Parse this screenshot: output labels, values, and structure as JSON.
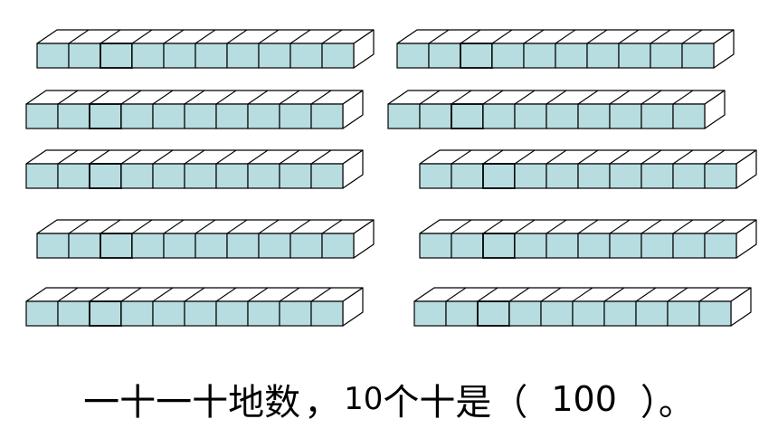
{
  "figure": {
    "rod_count": 10,
    "cubes_per_rod": 10,
    "cube_fill": "#b8dde0",
    "edge_color": "#000000"
  },
  "sentence": {
    "part1": "一十一十地数",
    "comma": "，",
    "count": "10",
    "part2": "个十是（",
    "answer": "100",
    "part3": "）。"
  }
}
